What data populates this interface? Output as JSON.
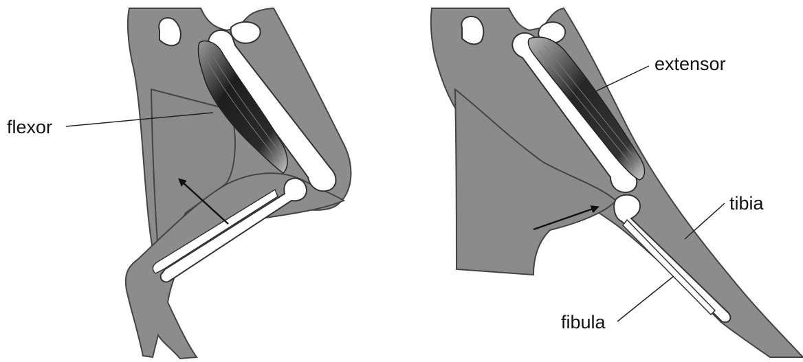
{
  "labels": {
    "flexor": "flexor",
    "extensor": "extensor",
    "tibia": "tibia",
    "fibula": "fibula"
  },
  "colors": {
    "skin": "#8c8c8c",
    "skin_outline": "#444444",
    "bone": "#ffffff",
    "bone_outline": "#333333",
    "muscle_dark": "#1e1e1e",
    "muscle_light": "#bdbdbd",
    "leader_line": "#222222",
    "arrow": "#111111"
  }
}
